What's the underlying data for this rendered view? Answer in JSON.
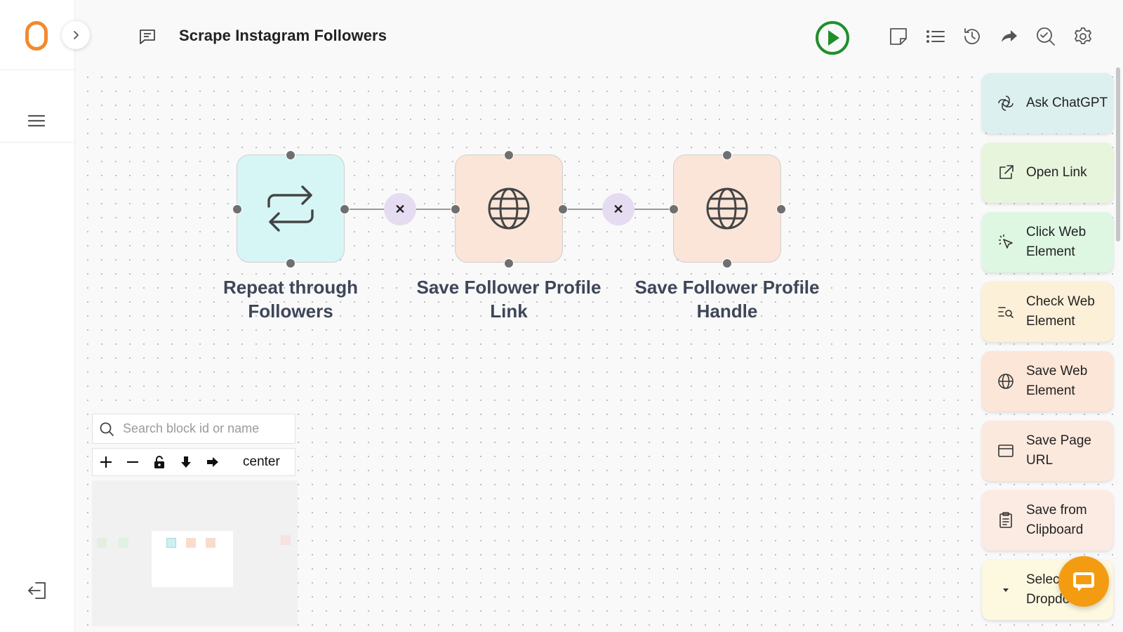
{
  "app": {
    "logo_icon": "orange-ring-logo",
    "accent_color": "#f28a2e"
  },
  "header": {
    "title": "Scrape Instagram Followers",
    "toolbar_icons": [
      "play-icon",
      "sticky-note-icon",
      "list-icon",
      "history-icon",
      "share-icon",
      "check-search-icon",
      "gear-icon"
    ]
  },
  "flow": {
    "nodes": [
      {
        "label": "Repeat through Followers",
        "icon": "repeat-icon",
        "color": "#d6f6f5"
      },
      {
        "label": "Save Follower Profile Link",
        "icon": "globe-icon",
        "color": "#fbe5d8"
      },
      {
        "label": "Save Follower Profile Handle",
        "icon": "globe-icon",
        "color": "#fbe5d8"
      }
    ],
    "edge_remove_symbol": "✕"
  },
  "canvas_tools": {
    "search_placeholder": "Search block id or name",
    "center_label": "center"
  },
  "palette": [
    {
      "label": "Ask ChatGPT",
      "icon": "openai-icon",
      "color": "#dcf1ef"
    },
    {
      "label": "Open Link",
      "icon": "external-link-icon",
      "color": "#e8f5dd"
    },
    {
      "label": "Click Web Element",
      "icon": "cursor-click-icon",
      "color": "#def7e2"
    },
    {
      "label": "Check Web Element",
      "icon": "search-list-icon",
      "color": "#fdf0d8"
    },
    {
      "label": "Save Web Element",
      "icon": "globe-icon",
      "color": "#fce6d7"
    },
    {
      "label": "Save Page URL",
      "icon": "window-icon",
      "color": "#fce9de"
    },
    {
      "label": "Save from Clipboard",
      "icon": "clipboard-icon",
      "color": "#fcebe2"
    },
    {
      "label": "Select Dropdown",
      "icon": "caret-down-icon",
      "color": "#fdf8e0"
    }
  ]
}
